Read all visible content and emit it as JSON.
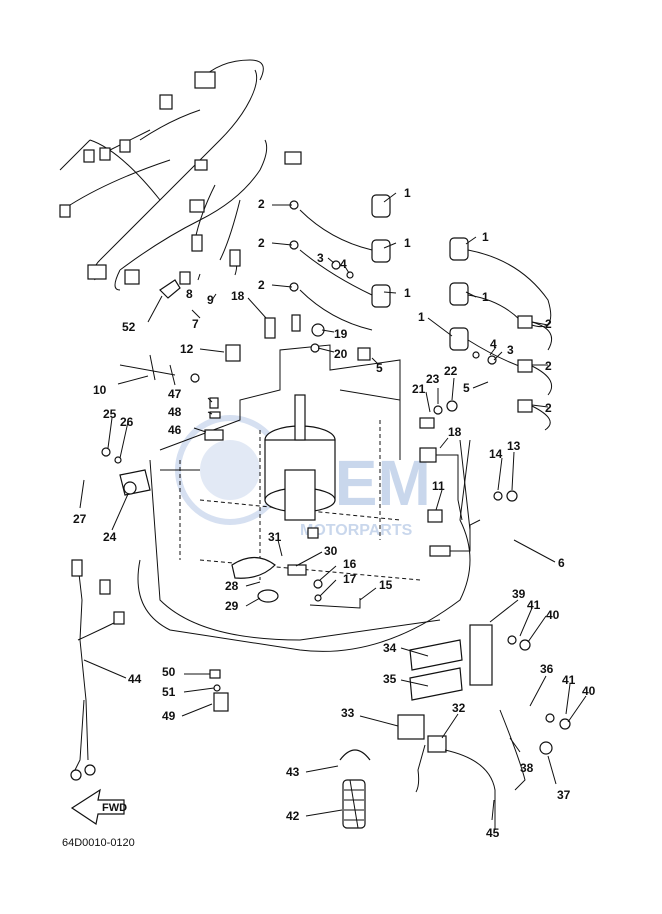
{
  "diagram_code": "64D0010-0120",
  "fwd_label": "FWD",
  "watermark": {
    "brand": "OEM",
    "sub": "MOTORPARTS"
  },
  "callouts": [
    "1",
    "2",
    "3",
    "4",
    "5",
    "6",
    "7",
    "8",
    "9",
    "10",
    "11",
    "12",
    "13",
    "14",
    "15",
    "16",
    "17",
    "18",
    "19",
    "20",
    "21",
    "22",
    "23",
    "24",
    "25",
    "26",
    "27",
    "28",
    "29",
    "30",
    "31",
    "32",
    "33",
    "34",
    "35",
    "36",
    "37",
    "38",
    "39",
    "40",
    "41",
    "42",
    "43",
    "44",
    "45",
    "46",
    "47",
    "48",
    "49",
    "50",
    "51",
    "52"
  ]
}
